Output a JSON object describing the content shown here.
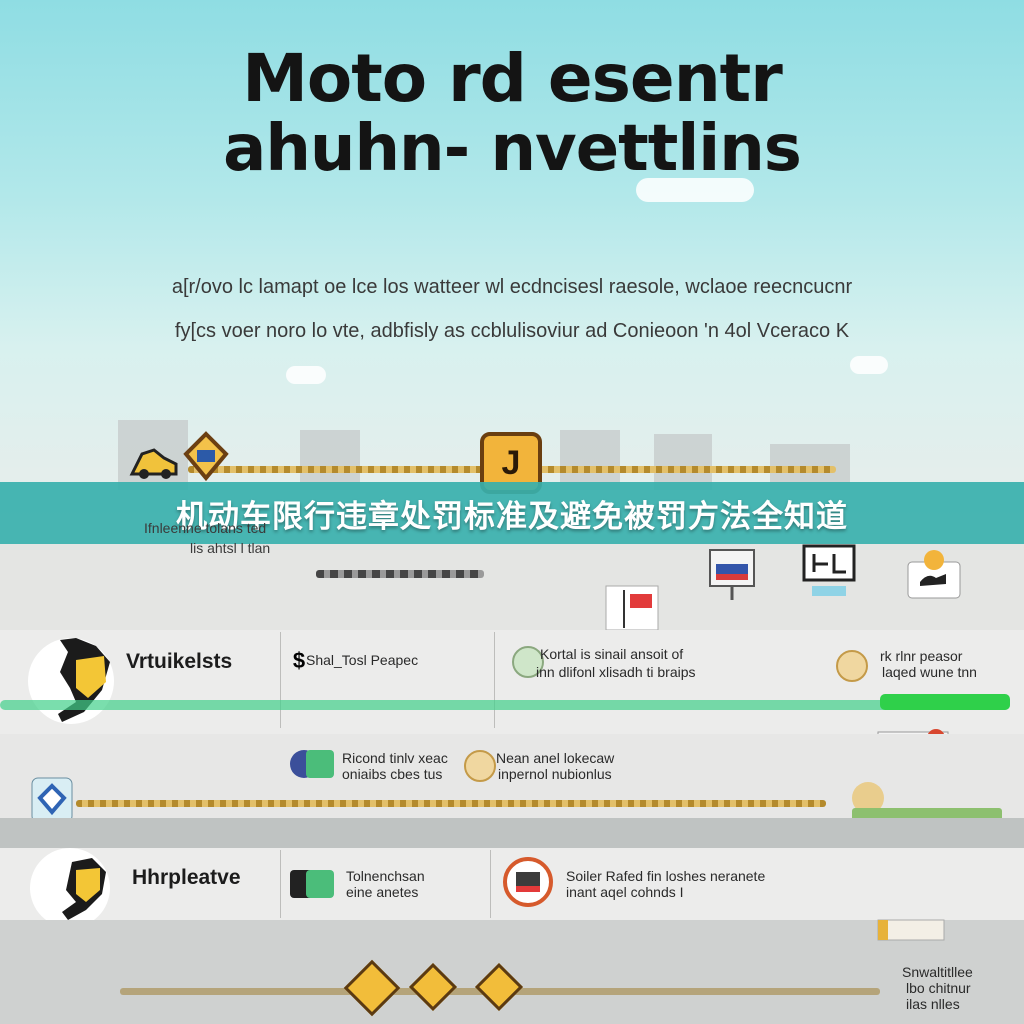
{
  "header": {
    "title_line1": "Moto rd esentr",
    "title_line2": "ahuhn- nvettlins",
    "subtitle_line1": "a[r/ovo lc lamapt oe lce los watteer wl ecdncisesl raesole, wclaoe reecncucnr",
    "subtitle_line2": "fy[cs voer noro lo vte, adbfisly as ccblulisoviur ad Conieoon 'n 4ol Vceraco K"
  },
  "banner": {
    "text": "机动车限行违章处罚标准及避免被罚方法全知道"
  },
  "badge": {
    "glyph": "J"
  },
  "rows": [
    {
      "heading": "Vrtuikelsts",
      "col1": "Shal_Tosl Peapec",
      "col2_line1": "Kortal is sinail ansoit of",
      "col2_line2": "inn dlifonl xlisadh ti braips",
      "col3_line1": "rk rlnr peasor",
      "col3_line2": "laqed wune tnn"
    },
    {
      "col1_line1": "Ricond tinlv xeac",
      "col1_line2": "oniaibs cbes tus",
      "col2_line1": "Nean anel lokecaw",
      "col2_line2": "inpernol nubionlus"
    },
    {
      "heading": "Hhrpleatve",
      "col1_line1": "Tolnenchsan",
      "col1_line2": "eine anetes",
      "col2_line1": "Soiler Rafed fin loshes neranete",
      "col2_line2": "inant aqel cohnds I"
    }
  ],
  "upper_labels": {
    "left_line1": "Ifnleenne tolans ted",
    "left_line2": "lis ahtsl l tlan"
  },
  "corner_note": {
    "line1": "Snwaltitllee",
    "line2": "lbo chitnur",
    "line3": "ilas nlles"
  },
  "colors": {
    "banner": "#38b0ac",
    "accent_yellow": "#f2b43b",
    "green_line": "#42d08a",
    "sky": "#8fdde3"
  }
}
